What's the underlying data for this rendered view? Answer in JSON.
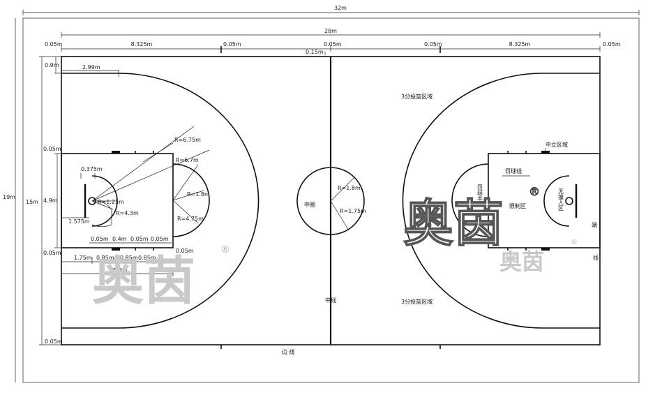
{
  "dimensions": {
    "total_width": "32m",
    "court_width": "28m",
    "total_height": "19m",
    "court_height": "15m",
    "left_margin": "0.05m",
    "seg_left": "8.325m",
    "mid_left": "0.05m",
    "mid_right": "0.05m",
    "seg_right": "8.325m",
    "right_margin": "0.05m",
    "center_line_width": "0.15m",
    "top_offset": "0.9m",
    "arc_start": "2.99m",
    "key_top": "0.05m",
    "key_width": "4.9m",
    "key_bottom": "0.05m",
    "bottom_margin": "0.05m",
    "rim_offset": "0.375m",
    "rim_radius": "R=1.25m",
    "restricted_radius": "R=4.3m",
    "rim_distance": "1.575m",
    "three_pt_radius": "R=6.75m",
    "three_pt_radius2": "R=6.7m",
    "ft_radius": "R=1.8m",
    "ft_radius2": "R=4.75m",
    "mark_a": "0.05m",
    "mark_b": "0.4m",
    "mark_c": "0.05m",
    "mark_d": "0.05m",
    "mark_e": "0.05m",
    "row_a": "1.75m",
    "row_b": "0.85m",
    "row_c": "0.85m",
    "row_d": "0.85m",
    "ft_line_distance": "5.8m",
    "center_r1": "R=1.8m",
    "center_r2": "R=1.75m"
  },
  "labels": {
    "center_circle": "中圈",
    "center_line": "中线",
    "sideline": "边 线",
    "three_pt_zone_top": "3分投篮区域",
    "three_pt_zone_bottom": "3分投篮区域",
    "neutral_zone": "中立区域",
    "free_throw_line": "罚球线",
    "restricted_area": "限制区",
    "semicircle": "罚球半圆",
    "no_charge": "无撞人区",
    "endline_right_a": "端",
    "endline_right_b": "线"
  },
  "watermark": {
    "brand": "奥茵",
    "brand_small": "奥茵",
    "registered": "®"
  },
  "colors": {
    "line": "#111111",
    "watermark": "#c9c9c9",
    "background": "#ffffff"
  }
}
